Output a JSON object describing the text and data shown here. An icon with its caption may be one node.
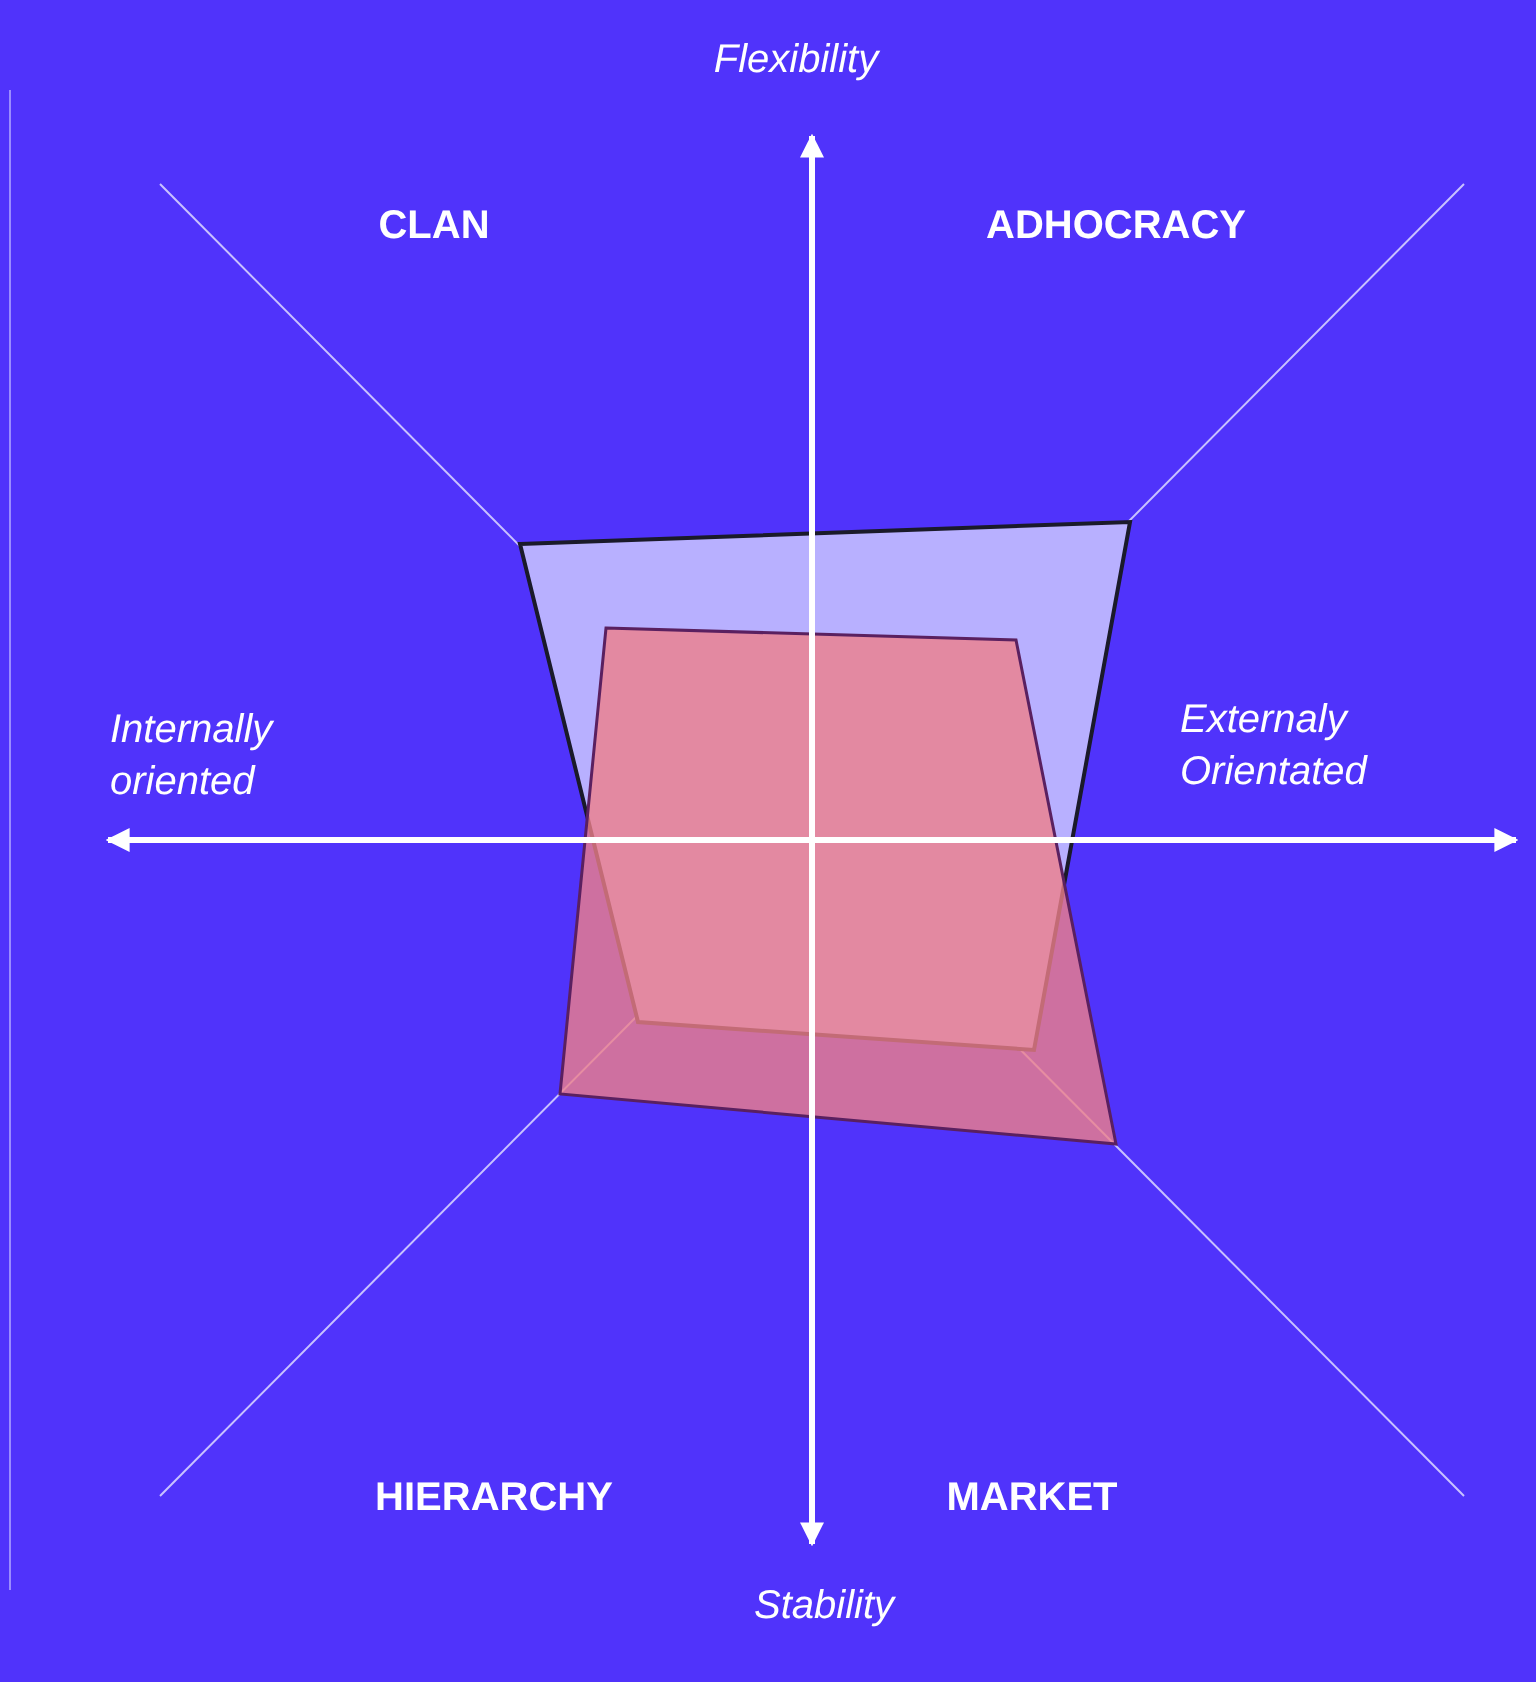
{
  "diagram": {
    "labels": [
      "Flexibility",
      "CLAN",
      "ADHOCRACY",
      "Internally oriented",
      "Externaly Orientated",
      "HIERARCHY",
      "MARKET",
      "Stability"
    ]
  }
}
